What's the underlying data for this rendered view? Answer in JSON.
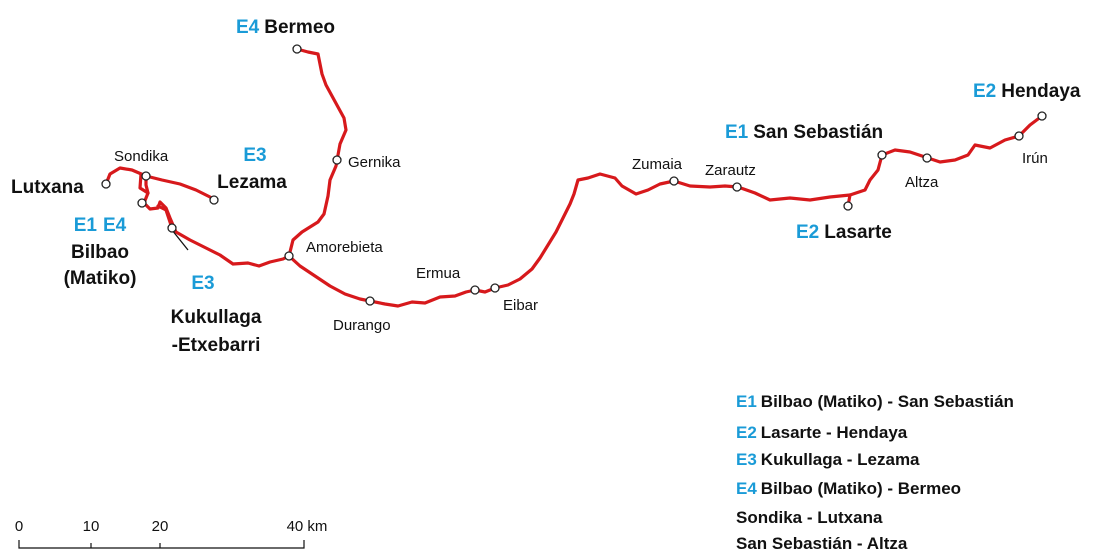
{
  "colors": {
    "route": "#d7191c",
    "line_code": "#1a9bd7",
    "text": "#111111",
    "station_fill": "#ffffff"
  },
  "terminals": {
    "bermeo": {
      "code": "E4",
      "name": "Bermeo"
    },
    "hendaya": {
      "code": "E2",
      "name": "Hendaya"
    },
    "san_sebastian": {
      "code": "E1",
      "name": "San Sebastián"
    },
    "lasarte": {
      "code": "E2",
      "name": "Lasarte"
    },
    "lezama": {
      "code": "E3",
      "name": "Lezama"
    },
    "lutxana": {
      "name": "Lutxana"
    },
    "bilbao": {
      "codes": [
        "E1",
        "E4"
      ],
      "name_line1": "Bilbao",
      "name_line2": "(Matiko)"
    },
    "kukullaga": {
      "code": "E3",
      "name_line1": "Kukullaga",
      "name_line2": "-Etxebarri"
    }
  },
  "stations": {
    "sondika": "Sondika",
    "gernika": "Gernika",
    "amorebieta": "Amorebieta",
    "durango": "Durango",
    "ermua": "Ermua",
    "eibar": "Eibar",
    "zumaia": "Zumaia",
    "zarautz": "Zarautz",
    "altza": "Altza",
    "irun": "Irún"
  },
  "legend": [
    {
      "code": "E1",
      "text": "Bilbao (Matiko) - San Sebastián"
    },
    {
      "code": "E2",
      "text": "Lasarte - Hendaya"
    },
    {
      "code": "E3",
      "text": "Kukullaga - Lezama"
    },
    {
      "code": "E4",
      "text": "Bilbao (Matiko) - Bermeo"
    },
    {
      "code": "",
      "text": "Sondika - Lutxana"
    },
    {
      "code": "",
      "text": "San Sebastián - Altza"
    }
  ],
  "scale": {
    "ticks": [
      "0",
      "10",
      "20",
      "40 km"
    ]
  }
}
